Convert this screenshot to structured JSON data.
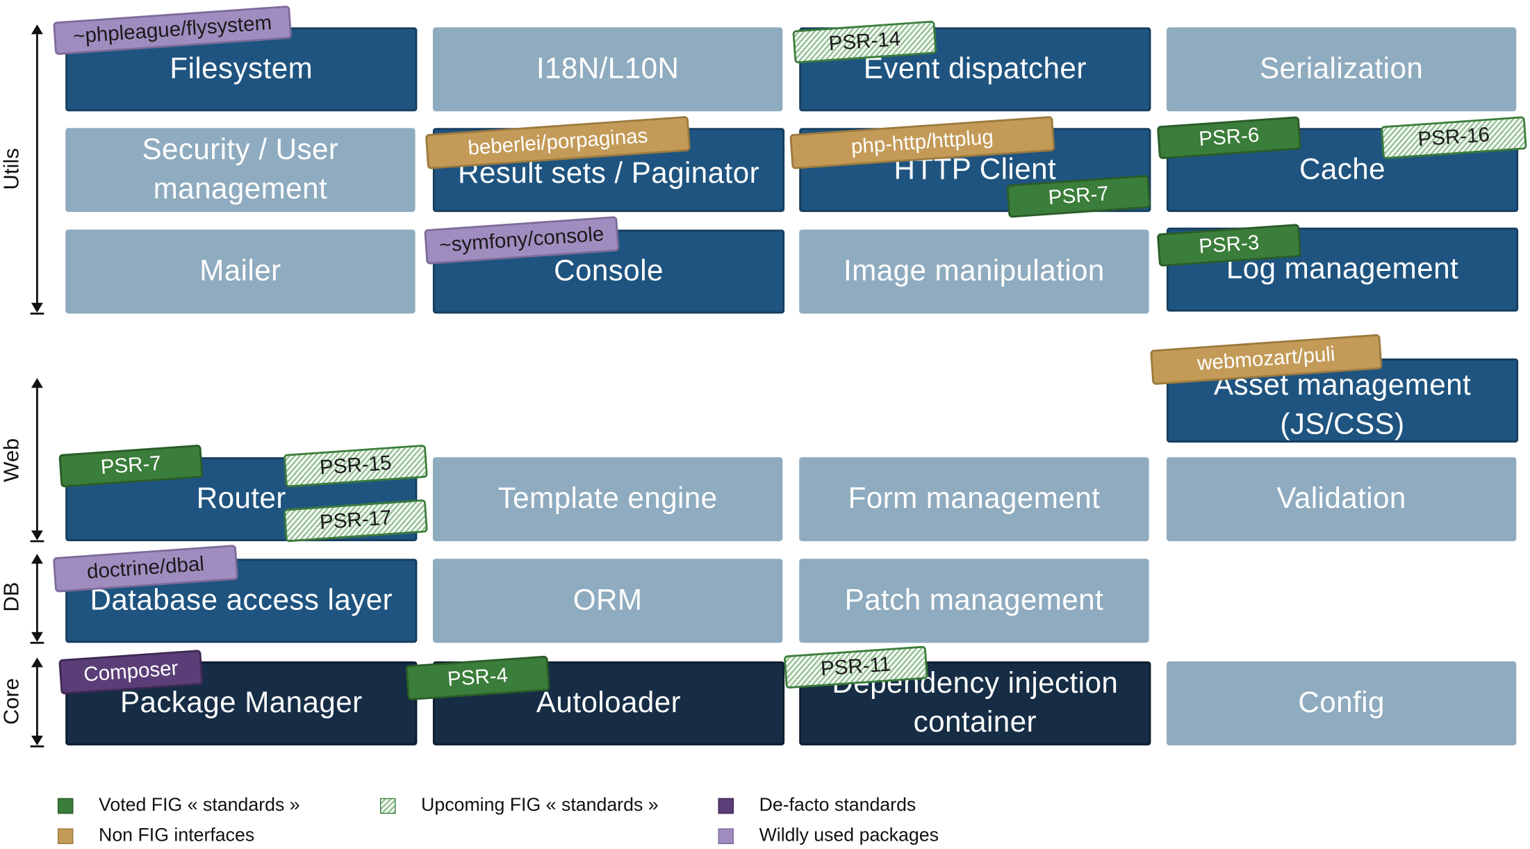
{
  "axis": {
    "utils": "Utils",
    "web": "Web",
    "db": "DB",
    "core": "Core"
  },
  "boxes": {
    "filesystem": "Filesystem",
    "i18n": "I18N/L10N",
    "event_dispatcher": "Event dispatcher",
    "serialization": "Serialization",
    "security": "Security / User management",
    "result_sets": "Result sets / Paginator",
    "http_client": "HTTP Client",
    "cache": "Cache",
    "mailer": "Mailer",
    "console": "Console",
    "image_manipulation": "Image manipulation",
    "log_management": "Log management",
    "asset_management": "Asset management (JS/CSS)",
    "router": "Router",
    "template_engine": "Template engine",
    "form_management": "Form management",
    "validation": "Validation",
    "dbal": "Database access layer",
    "orm": "ORM",
    "patch_management": "Patch management",
    "package_manager": "Package Manager",
    "autoloader": "Autoloader",
    "di_container": "Dependency injection container",
    "config": "Config"
  },
  "tags": {
    "flysystem": "~phpleague/flysystem",
    "psr14": "PSR-14",
    "porpaginas": "beberlei/porpaginas",
    "httplug": "php-http/httplug",
    "psr7_http": "PSR-7",
    "psr6": "PSR-6",
    "psr16": "PSR-16",
    "symfony_console": "~symfony/console",
    "psr3": "PSR-3",
    "puli": "webmozart/puli",
    "psr7_router": "PSR-7",
    "psr15": "PSR-15",
    "psr17": "PSR-17",
    "doctrine_dbal": "doctrine/dbal",
    "composer": "Composer",
    "psr4": "PSR-4",
    "psr11": "PSR-11"
  },
  "legend": {
    "voted": "Voted FIG « standards »",
    "upcoming": "Upcoming FIG « standards »",
    "defacto": "De-facto standards",
    "nonfig": "Non FIG interfaces",
    "wild": "Wildly used packages"
  },
  "colors": {
    "standard_box": "#1f5480",
    "core_box": "#162d45",
    "optional_box": "#8fabbf",
    "voted": "#3b7d3a",
    "nonfig": "#c39a57",
    "defacto": "#5b3e77",
    "wild": "#a08dc0"
  }
}
